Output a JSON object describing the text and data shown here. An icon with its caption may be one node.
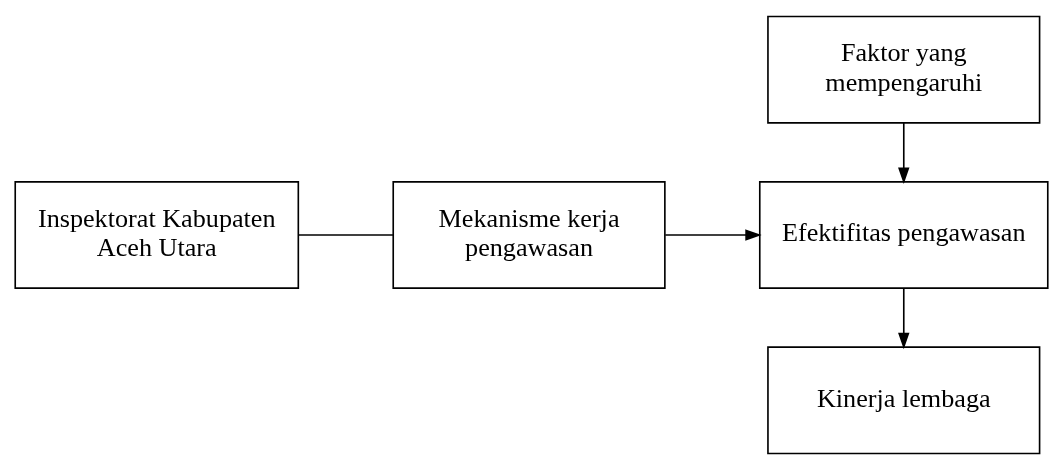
{
  "diagram": {
    "nodes": [
      {
        "text": [
          "Inspektorat Kabupaten Aceh Utara"
        ]
      },
      {
        "text": [
          "Mekanisme kerja pengawasan"
        ]
      },
      {
        "text": [
          "Faktor yang mempengaruhi"
        ]
      },
      {
        "text": [
          "Efektifitas pengawasan"
        ]
      },
      {
        "text": [
          "Kinerja lembaga"
        ]
      }
    ],
    "edges": [
      {
        "from": 0,
        "to": 1,
        "arrow": "none"
      },
      {
        "from": 1,
        "to": 3,
        "arrow": "to"
      },
      {
        "from": 2,
        "to": 3,
        "arrow": "to"
      },
      {
        "from": 3,
        "to": 4,
        "arrow": "to"
      }
    ]
  }
}
